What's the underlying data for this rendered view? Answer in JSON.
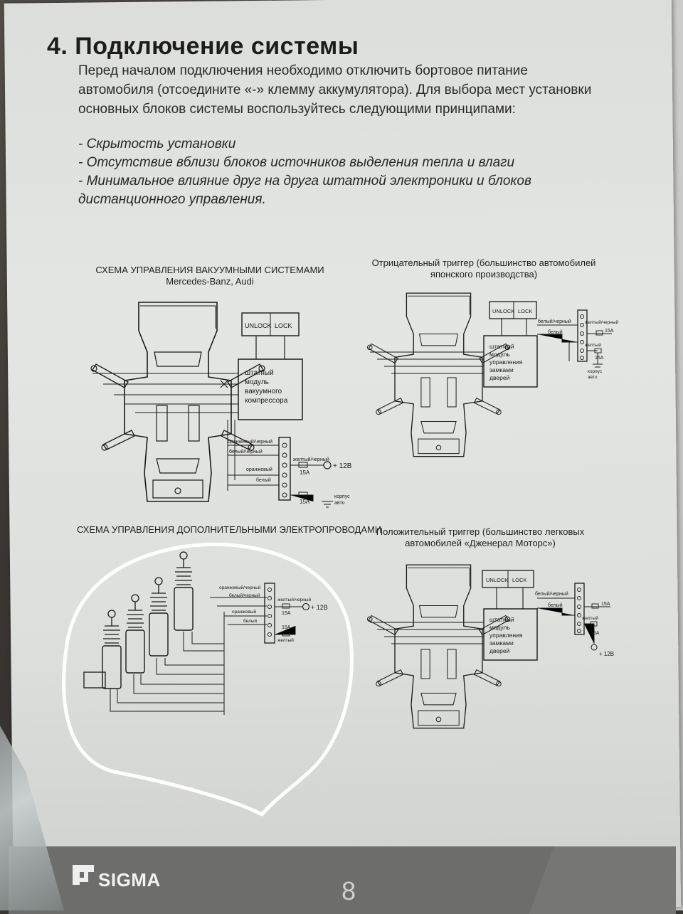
{
  "page": {
    "title": "4. Подключение системы",
    "intro": "Перед началом подключения необходимо отключить бортовое питание автомобиля (отсоедините «-» клемму аккумулятора). Для выбора мест установки основных блоков системы воспользуйтесь следующими принципами:",
    "bullets": [
      "- Скрытость установки",
      "- Отсутствие вблизи блоков источников выделения тепла и влаги",
      "- Минимальное влияние друг на друга штатной электроники и блоков дистанционного управления."
    ],
    "page_number": "8",
    "brand": "SIGMA"
  },
  "diagrams": {
    "vacuum": {
      "title": "СХЕМА УПРАВЛЕНИЯ ВАКУУМНЫМИ СИСТЕМАМИ",
      "subtitle": "Mercedes-Banz, Audi",
      "module": [
        "штатный",
        "модуль",
        "вакуумного",
        "компрессора"
      ],
      "wires": [
        "оранжевый/черный",
        "белый/черный",
        "оранжевый",
        "белый"
      ],
      "right_wires": [
        "желтый/черный"
      ],
      "fuse1": "15А",
      "fuse2": "15А",
      "plus": "+ 12В",
      "ground": [
        "корпус",
        "авто"
      ]
    },
    "negative": {
      "title": "Отрицательный триггер (большинство автомобилей",
      "subtitle": "японского производства)",
      "module": [
        "штатный",
        "модуль",
        "управления",
        "замками",
        "дверей"
      ],
      "wires": [
        "белый/черный",
        "белый"
      ],
      "right_wires": [
        "желтый/черный",
        "желтый"
      ],
      "fuse1": "15А",
      "fuse2": "15А",
      "ground": [
        "корпус",
        "авто"
      ]
    },
    "additional": {
      "title": "СХЕМА УПРАВЛЕНИЯ ДОПОЛНИТЕЛЬНЫМИ ЭЛЕКТРОПРОВОДАМИ",
      "wires": [
        "оранжевый/черный",
        "белый/черный",
        "оранжевый",
        "белый"
      ],
      "right_wires": [
        "желтый/черный"
      ],
      "fuse1": "15А",
      "fuse2": "15А",
      "bottom_wire": "желтый",
      "plus": "+ 12В"
    },
    "positive": {
      "title": "Положительный триггер (большинство легковых",
      "subtitle": "автомобилей «Дженерал Моторс»)",
      "module": [
        "штатный",
        "модуль",
        "управления",
        "замками",
        "дверей"
      ],
      "wires": [
        "белый/черный",
        "белый"
      ],
      "right_wires": [
        "желтый"
      ],
      "fuse1": "15А",
      "fuse2": "15А",
      "plus": "+ 12В"
    },
    "lock_labels": {
      "unlock": "UNLOCK",
      "lock": "LOCK"
    }
  },
  "colors": {
    "paper": "#e2e4e1",
    "ink": "#1a1a1a",
    "footer": "#6d6d6b",
    "highlight": "#ffffff"
  }
}
